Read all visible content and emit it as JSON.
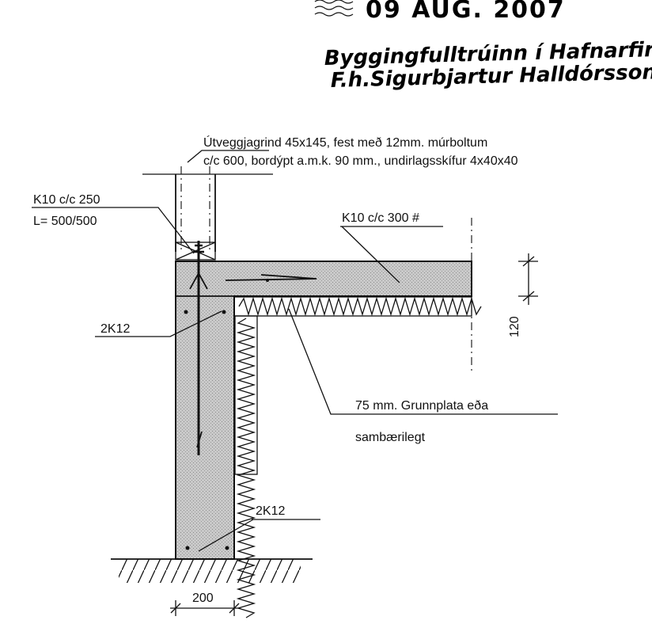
{
  "stamp": {
    "date": "09 AUG. 2007",
    "line1": "Byggingfulltrúinn í Hafnarfirði",
    "line2": "F.h.Sigurbjartur Halldórsson"
  },
  "notes": {
    "wall_frame_line1": "Útveggjagrind 45x145, fest með 12mm. múrboltum",
    "wall_frame_line2": "c/c 600, bordýpt a.m.k. 90 mm., undirlagsskífur 4x40x40",
    "anchor_line1": "K10 c/c 250",
    "anchor_line2": "L= 500/500",
    "slab_rebar": "K10 c/c 300 #",
    "wall_rebar_top": "2K12",
    "wall_rebar_bottom": "2K12",
    "insulation_line1": "75 mm. Grunnplata eða",
    "insulation_line2": "sambærilegt"
  },
  "dimensions": {
    "slab_thickness": "120",
    "wall_thickness": "200"
  }
}
